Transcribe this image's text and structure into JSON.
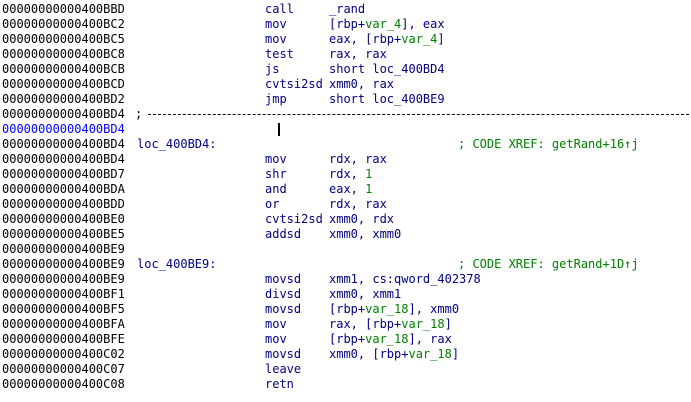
{
  "lines": [
    {
      "addr": "00000000000400BBD",
      "mnem": "call",
      "ops": [
        "_rand"
      ]
    },
    {
      "addr": "00000000000400BC2",
      "mnem": "mov",
      "ops": [
        "[rbp+",
        {
          "g": "var_4"
        },
        "], eax"
      ]
    },
    {
      "addr": "00000000000400BC5",
      "mnem": "mov",
      "ops": [
        "eax, [rbp+",
        {
          "g": "var_4"
        },
        "]"
      ]
    },
    {
      "addr": "00000000000400BC8",
      "mnem": "test",
      "ops": [
        "rax, rax"
      ]
    },
    {
      "addr": "00000000000400BCB",
      "mnem": "js",
      "ops": [
        "short loc_400BD4"
      ]
    },
    {
      "addr": "00000000000400BCD",
      "mnem": "cvtsi2sd",
      "ops": [
        "xmm0, rax"
      ]
    },
    {
      "addr": "00000000000400BD2",
      "mnem": "jmp",
      "ops": [
        "short loc_400BE9"
      ]
    },
    {
      "addr": "00000000000400BD4",
      "sep": ";",
      "divider": true
    },
    {
      "addr": "00000000000400BD4",
      "selected": true,
      "caret": true
    },
    {
      "addr": "00000000000400BD4",
      "label": "loc_400BD4:",
      "comment": "; CODE XREF: getRand+16↑j"
    },
    {
      "addr": "00000000000400BD4",
      "mnem": "mov",
      "ops": [
        "rdx, rax"
      ]
    },
    {
      "addr": "00000000000400BD7",
      "mnem": "shr",
      "ops": [
        "rdx, ",
        {
          "g": "1"
        }
      ]
    },
    {
      "addr": "00000000000400BDA",
      "mnem": "and",
      "ops": [
        "eax, ",
        {
          "g": "1"
        }
      ]
    },
    {
      "addr": "00000000000400BDD",
      "mnem": "or",
      "ops": [
        "rdx, rax"
      ]
    },
    {
      "addr": "00000000000400BE0",
      "mnem": "cvtsi2sd",
      "ops": [
        "xmm0, rdx"
      ]
    },
    {
      "addr": "00000000000400BE5",
      "mnem": "addsd",
      "ops": [
        "xmm0, xmm0"
      ]
    },
    {
      "addr": "00000000000400BE9"
    },
    {
      "addr": "00000000000400BE9",
      "label": "loc_400BE9:",
      "comment": "; CODE XREF: getRand+1D↑j"
    },
    {
      "addr": "00000000000400BE9",
      "mnem": "movsd",
      "ops": [
        "xmm1, cs:qword_402378"
      ]
    },
    {
      "addr": "00000000000400BF1",
      "mnem": "divsd",
      "ops": [
        "xmm0, xmm1"
      ]
    },
    {
      "addr": "00000000000400BF5",
      "mnem": "movsd",
      "ops": [
        "[rbp+",
        {
          "g": "var_18"
        },
        "], xmm0"
      ]
    },
    {
      "addr": "00000000000400BFA",
      "mnem": "mov",
      "ops": [
        "rax, [rbp+",
        {
          "g": "var_18"
        },
        "]"
      ]
    },
    {
      "addr": "00000000000400BFE",
      "mnem": "mov",
      "ops": [
        "[rbp+",
        {
          "g": "var_18"
        },
        "], rax"
      ]
    },
    {
      "addr": "00000000000400C02",
      "mnem": "movsd",
      "ops": [
        "xmm0, [rbp+",
        {
          "g": "var_18"
        },
        "]"
      ]
    },
    {
      "addr": "00000000000400C07",
      "mnem": "leave"
    },
    {
      "addr": "00000000000400C08",
      "mnem": "retn"
    }
  ],
  "colors": {
    "address": "#000000",
    "selected_address": "#0000ff",
    "code": "#000080",
    "highlight": "#008000"
  }
}
